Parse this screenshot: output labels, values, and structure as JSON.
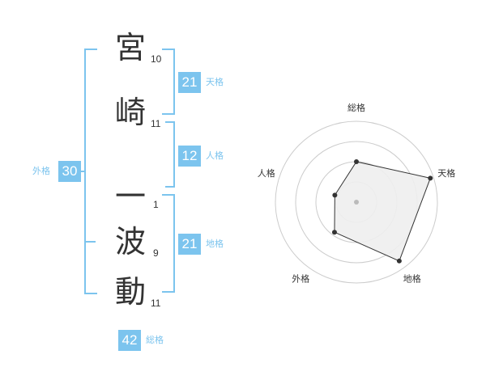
{
  "name": {
    "chars": [
      {
        "char": "宮",
        "strokes": "10"
      },
      {
        "char": "崎",
        "strokes": "11"
      },
      {
        "char": "一",
        "strokes": "1"
      },
      {
        "char": "波",
        "strokes": "9"
      },
      {
        "char": "動",
        "strokes": "11"
      }
    ]
  },
  "fortunes": {
    "tenkaku": {
      "value": "21",
      "label": "天格"
    },
    "jinkaku": {
      "value": "12",
      "label": "人格"
    },
    "chikaku": {
      "value": "21",
      "label": "地格"
    },
    "gaikaku": {
      "value": "30",
      "label": "外格"
    },
    "soukaku": {
      "value": "42",
      "label": "総格"
    }
  },
  "colors": {
    "accent": "#7cc4ee",
    "text": "#333333",
    "grid": "#cccccc",
    "fill": "#eeeeee"
  },
  "chart_data": {
    "type": "radar",
    "axes": [
      "総格",
      "天格",
      "地格",
      "外格",
      "人格"
    ],
    "values": [
      0.5,
      0.96,
      0.9,
      0.46,
      0.28
    ],
    "rings": 4,
    "max": 1
  }
}
